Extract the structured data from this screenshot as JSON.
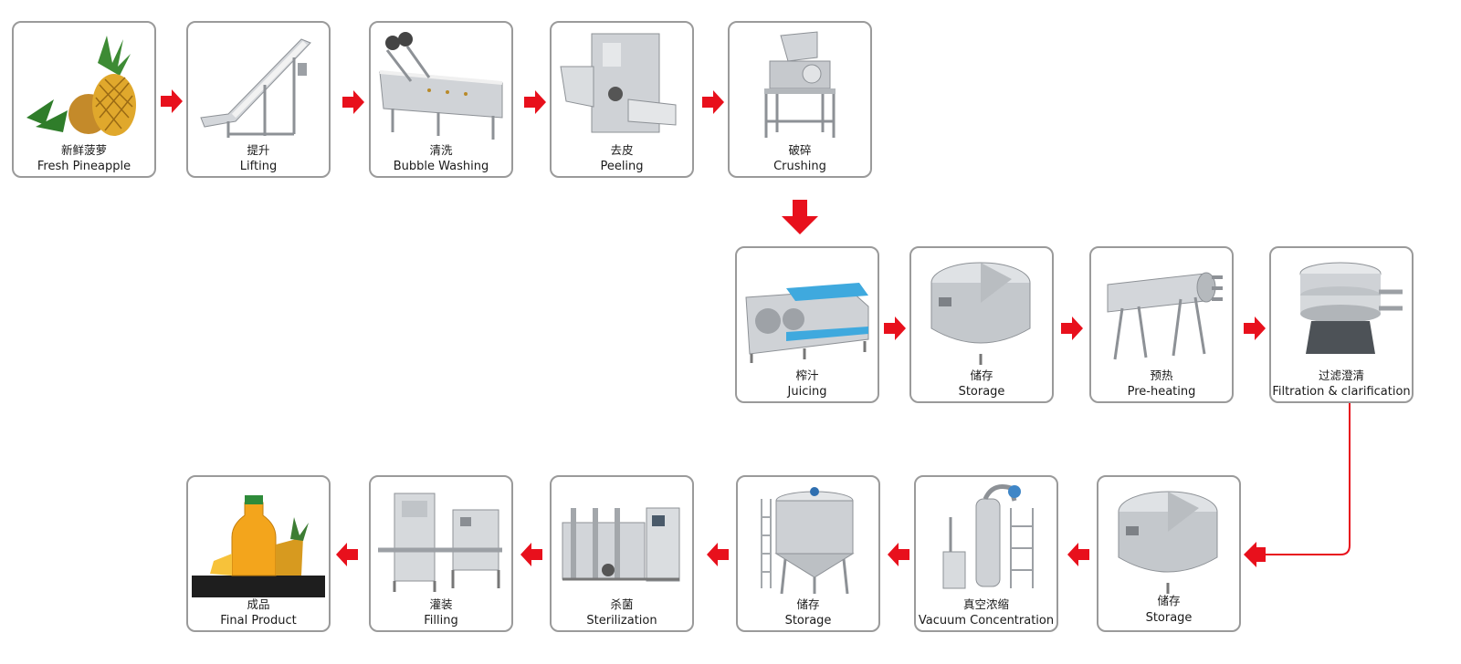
{
  "colors": {
    "arrow": "#e8101c",
    "border": "#9a9a9a",
    "steel": "#c9cdd2"
  },
  "steps": [
    {
      "cn": "新鲜菠萝",
      "en": "Fresh Pineapple",
      "icon": "pineapple-icon"
    },
    {
      "cn": "提升",
      "en": "Lifting",
      "icon": "conveyor-icon"
    },
    {
      "cn": "清洗",
      "en": "Bubble Washing",
      "icon": "washer-icon"
    },
    {
      "cn": "去皮",
      "en": "Peeling",
      "icon": "peeler-icon"
    },
    {
      "cn": "破碎",
      "en": "Crushing",
      "icon": "crusher-icon"
    },
    {
      "cn": "榨汁",
      "en": "Juicing",
      "icon": "belt-press-icon"
    },
    {
      "cn": "储存",
      "en": "Storage",
      "icon": "tank-icon"
    },
    {
      "cn": "预热",
      "en": "Pre-heating",
      "icon": "heater-icon"
    },
    {
      "cn": "过滤澄清",
      "en": "Filtration & clarification",
      "icon": "sieve-icon"
    },
    {
      "cn": "储存",
      "en": "Storage",
      "icon": "tank-icon"
    },
    {
      "cn": "真空浓缩",
      "en": "Vacuum Concentration",
      "icon": "evaporator-icon"
    },
    {
      "cn": "储存",
      "en": "Storage",
      "icon": "vertical-tank-icon"
    },
    {
      "cn": "杀菌",
      "en": "Sterilization",
      "icon": "sterilizer-icon"
    },
    {
      "cn": "灌装",
      "en": "Filling",
      "icon": "filler-icon"
    },
    {
      "cn": "成品",
      "en": "Final Product",
      "icon": "juice-bottle-icon"
    }
  ]
}
